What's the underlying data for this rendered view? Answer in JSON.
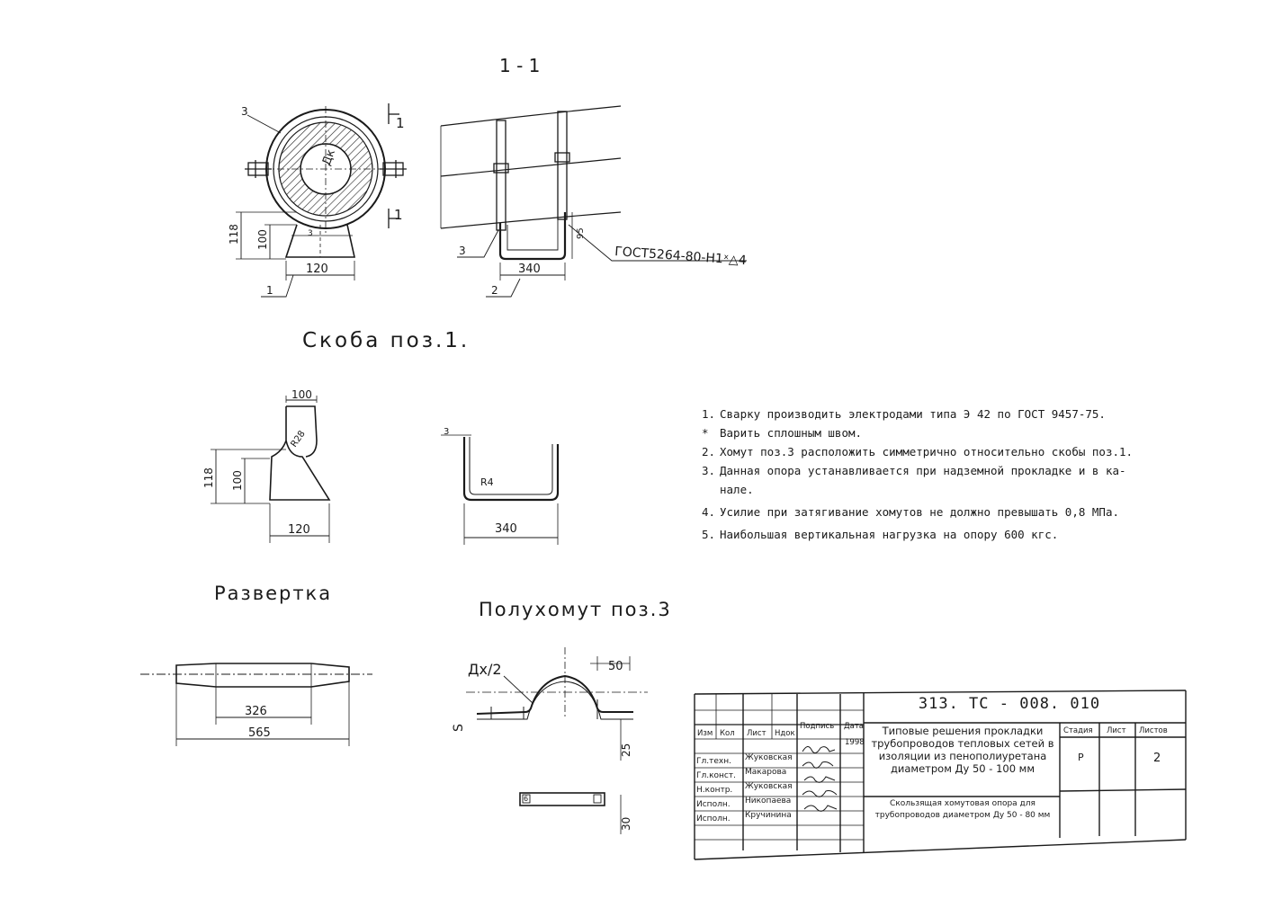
{
  "section_label": "1 - 1",
  "captions": {
    "bracket": "Скоба поз.1.",
    "development": "Развертка",
    "half_clamp": "Полухомут поз.3"
  },
  "labels": {
    "pipe_dia": "Дк",
    "gost_weld": "ГОСТ5264-80-Н1ˣ△4",
    "dx2": "Дх/2",
    "r4": "R4",
    "k6": "6",
    "section_mark": "1"
  },
  "dimensions": {
    "d118": "118",
    "d100": "100",
    "d120": "120",
    "d340": "340",
    "d95": "95",
    "top100": "100",
    "r28": "R28",
    "d326": "326",
    "d565": "565",
    "d50": "50",
    "d25": "25",
    "d30": "30",
    "d3": "3"
  },
  "positions": {
    "p1": "1",
    "p2": "2",
    "p3": "3"
  },
  "notes": [
    {
      "num": "1.",
      "text": "Сварку производить электродами  типа  Э 42 по ГОСТ 9457-75."
    },
    {
      "num": "*",
      "text": "Варить сплошным швом."
    },
    {
      "num": "2.",
      "text": "Хомут поз.3 расположить симметрично относительно скобы поз.1."
    },
    {
      "num": "3.",
      "text": "Данная опора устанавливается при надземной  прокладке и в ка-"
    },
    {
      "num": "",
      "text": "нале."
    },
    {
      "num": "4.",
      "text": "Усилие при затягивание хомутов не должно превышать 0,8 МПа."
    },
    {
      "num": "5.",
      "text": "Наибольшая вертикальная нагрузка на опору 600 кгс."
    }
  ],
  "title_block": {
    "code": "313. ТС - 008. 010",
    "headers": {
      "izm": "Изм",
      "kol": "Кол",
      "list": "Лист",
      "ndok": "Ндок",
      "podpis": "Подпись",
      "data": "Дата",
      "stadiya": "Стадия",
      "list2": "Лист",
      "listov": "Листов"
    },
    "year": "1998",
    "roles": [
      {
        "role": "Гл.техн.",
        "name": "Жуковская"
      },
      {
        "role": "Гл.конст.",
        "name": "Макарова"
      },
      {
        "role": "Н.контр.",
        "name": "Жуковская"
      },
      {
        "role": "Исполн.",
        "name": "Никопаева"
      },
      {
        "role": "Исполн.",
        "name": "Кручинина"
      }
    ],
    "description": "Типовые решения прокладки трубопроводов тепловых сетей в изоляции из пенополиуретана диаметром Ду 50 - 100 мм",
    "subtitle": "Скользящая хомутовая опора для трубопроводов диаметром Ду 50 - 80 мм",
    "stadiya_value": "Р",
    "listov_value": "2"
  }
}
